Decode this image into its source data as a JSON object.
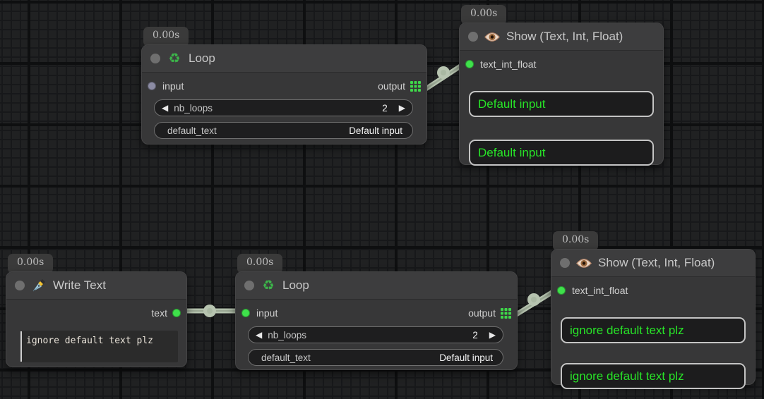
{
  "colors": {
    "accent_green": "#3fe14b",
    "wire": "#b7c4b0",
    "wire_core": "#9aa894",
    "value_green": "#28e428",
    "node_bg": "#373738",
    "header_bg": "#3d3d3e"
  },
  "glyphs": {
    "recycle": "♻",
    "stepper_left": "◀",
    "stepper_right": "▶"
  },
  "nodes": {
    "loop_top": {
      "timer": "0.00s",
      "title": "Loop",
      "input_label": "input",
      "output_label": "output",
      "nb_loops_label": "nb_loops",
      "nb_loops_value": "2",
      "default_text_label": "default_text",
      "default_text_value": "Default input"
    },
    "show_top": {
      "timer": "0.00s",
      "title": "Show (Text, Int, Float)",
      "port_label": "text_int_float",
      "value_1": "Default input",
      "value_2": "Default input"
    },
    "write_text": {
      "timer": "0.00s",
      "title": "Write Text",
      "output_label": "text",
      "text_value": "ignore default text plz"
    },
    "loop_bottom": {
      "timer": "0.00s",
      "title": "Loop",
      "input_label": "input",
      "output_label": "output",
      "nb_loops_label": "nb_loops",
      "nb_loops_value": "2",
      "default_text_label": "default_text",
      "default_text_value": "Default input"
    },
    "show_bottom": {
      "timer": "0.00s",
      "title": "Show (Text, Int, Float)",
      "port_label": "text_int_float",
      "value_1": "ignore default text plz",
      "value_2": "ignore default text plz"
    }
  },
  "icons": {
    "loop_header": "recycle-icon",
    "show_header": "eye-icon",
    "write_header": "pen-nib-icon",
    "loop_output": "grid-dots-icon"
  }
}
